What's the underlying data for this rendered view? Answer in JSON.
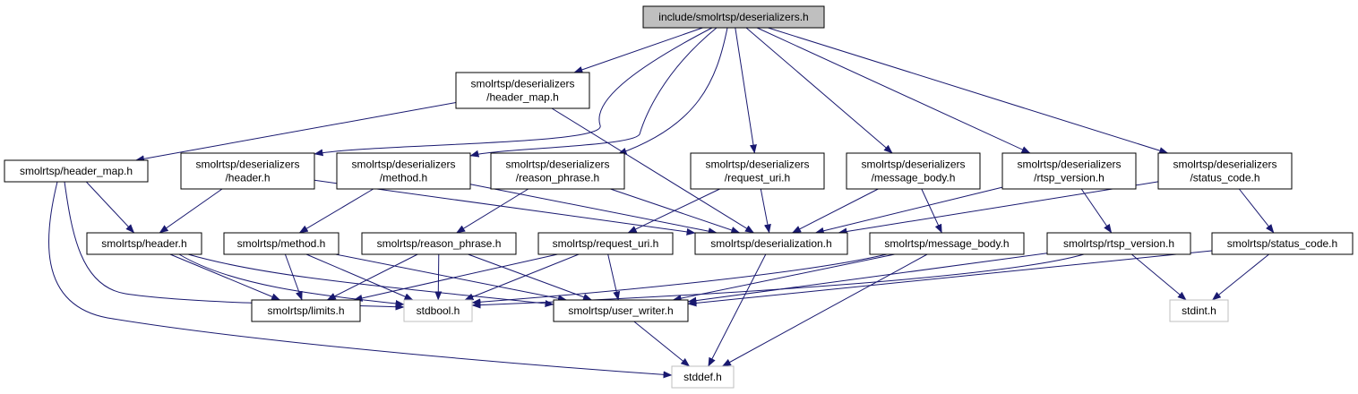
{
  "colors": {
    "edge": "#191970",
    "node_border": "#000000",
    "system_header_border": "#bfbfbf",
    "root_fill": "#bfbfbf",
    "background": "#ffffff"
  },
  "nodes": [
    {
      "id": "root",
      "style": "root",
      "lines": [
        "include/smolrtsp/deserializers.h"
      ]
    },
    {
      "id": "des_header_map",
      "style": "project",
      "lines": [
        "smolrtsp/deserializers",
        "/header_map.h"
      ]
    },
    {
      "id": "header_map",
      "style": "project",
      "lines": [
        "smolrtsp/header_map.h"
      ]
    },
    {
      "id": "des_header",
      "style": "project",
      "lines": [
        "smolrtsp/deserializers",
        "/header.h"
      ]
    },
    {
      "id": "des_method",
      "style": "project",
      "lines": [
        "smolrtsp/deserializers",
        "/method.h"
      ]
    },
    {
      "id": "des_reason_phrase",
      "style": "project",
      "lines": [
        "smolrtsp/deserializers",
        "/reason_phrase.h"
      ]
    },
    {
      "id": "des_request_uri",
      "style": "project",
      "lines": [
        "smolrtsp/deserializers",
        "/request_uri.h"
      ]
    },
    {
      "id": "des_message_body",
      "style": "project",
      "lines": [
        "smolrtsp/deserializers",
        "/message_body.h"
      ]
    },
    {
      "id": "des_rtsp_version",
      "style": "project",
      "lines": [
        "smolrtsp/deserializers",
        "/rtsp_version.h"
      ]
    },
    {
      "id": "des_status_code",
      "style": "project",
      "lines": [
        "smolrtsp/deserializers",
        "/status_code.h"
      ]
    },
    {
      "id": "header",
      "style": "project",
      "lines": [
        "smolrtsp/header.h"
      ]
    },
    {
      "id": "method",
      "style": "project",
      "lines": [
        "smolrtsp/method.h"
      ]
    },
    {
      "id": "reason_phrase",
      "style": "project",
      "lines": [
        "smolrtsp/reason_phrase.h"
      ]
    },
    {
      "id": "request_uri",
      "style": "project",
      "lines": [
        "smolrtsp/request_uri.h"
      ]
    },
    {
      "id": "deserialization",
      "style": "project",
      "lines": [
        "smolrtsp/deserialization.h"
      ]
    },
    {
      "id": "message_body",
      "style": "project",
      "lines": [
        "smolrtsp/message_body.h"
      ]
    },
    {
      "id": "rtsp_version",
      "style": "project",
      "lines": [
        "smolrtsp/rtsp_version.h"
      ]
    },
    {
      "id": "status_code",
      "style": "project",
      "lines": [
        "smolrtsp/status_code.h"
      ]
    },
    {
      "id": "limits",
      "style": "project",
      "lines": [
        "smolrtsp/limits.h"
      ]
    },
    {
      "id": "stdbool",
      "style": "system",
      "lines": [
        "stdbool.h"
      ]
    },
    {
      "id": "user_writer",
      "style": "project",
      "lines": [
        "smolrtsp/user_writer.h"
      ]
    },
    {
      "id": "stdint",
      "style": "system",
      "lines": [
        "stdint.h"
      ]
    },
    {
      "id": "stddef",
      "style": "system",
      "lines": [
        "stddef.h"
      ]
    }
  ],
  "edges": [
    {
      "from": "root",
      "to": "des_header_map"
    },
    {
      "from": "root",
      "to": "des_header"
    },
    {
      "from": "root",
      "to": "des_method"
    },
    {
      "from": "root",
      "to": "des_reason_phrase"
    },
    {
      "from": "root",
      "to": "des_request_uri"
    },
    {
      "from": "root",
      "to": "des_message_body"
    },
    {
      "from": "root",
      "to": "des_rtsp_version"
    },
    {
      "from": "root",
      "to": "des_status_code"
    },
    {
      "from": "des_header_map",
      "to": "header_map"
    },
    {
      "from": "des_header_map",
      "to": "deserialization"
    },
    {
      "from": "header_map",
      "to": "header"
    },
    {
      "from": "header_map",
      "to": "stdbool"
    },
    {
      "from": "header_map",
      "to": "stddef"
    },
    {
      "from": "des_header",
      "to": "header"
    },
    {
      "from": "des_header",
      "to": "deserialization"
    },
    {
      "from": "des_method",
      "to": "method"
    },
    {
      "from": "des_method",
      "to": "deserialization"
    },
    {
      "from": "des_reason_phrase",
      "to": "reason_phrase"
    },
    {
      "from": "des_reason_phrase",
      "to": "deserialization"
    },
    {
      "from": "des_request_uri",
      "to": "request_uri"
    },
    {
      "from": "des_request_uri",
      "to": "deserialization"
    },
    {
      "from": "des_message_body",
      "to": "message_body"
    },
    {
      "from": "des_message_body",
      "to": "deserialization"
    },
    {
      "from": "des_rtsp_version",
      "to": "rtsp_version"
    },
    {
      "from": "des_rtsp_version",
      "to": "deserialization"
    },
    {
      "from": "des_status_code",
      "to": "status_code"
    },
    {
      "from": "des_status_code",
      "to": "deserialization"
    },
    {
      "from": "header",
      "to": "limits"
    },
    {
      "from": "header",
      "to": "stdbool"
    },
    {
      "from": "header",
      "to": "user_writer"
    },
    {
      "from": "method",
      "to": "limits"
    },
    {
      "from": "method",
      "to": "stdbool"
    },
    {
      "from": "method",
      "to": "user_writer"
    },
    {
      "from": "reason_phrase",
      "to": "limits"
    },
    {
      "from": "reason_phrase",
      "to": "stdbool"
    },
    {
      "from": "reason_phrase",
      "to": "user_writer"
    },
    {
      "from": "request_uri",
      "to": "limits"
    },
    {
      "from": "request_uri",
      "to": "stdbool"
    },
    {
      "from": "request_uri",
      "to": "user_writer"
    },
    {
      "from": "deserialization",
      "to": "stddef"
    },
    {
      "from": "message_body",
      "to": "stdbool"
    },
    {
      "from": "message_body",
      "to": "user_writer"
    },
    {
      "from": "message_body",
      "to": "stddef"
    },
    {
      "from": "rtsp_version",
      "to": "stdbool"
    },
    {
      "from": "rtsp_version",
      "to": "user_writer"
    },
    {
      "from": "rtsp_version",
      "to": "stdint"
    },
    {
      "from": "status_code",
      "to": "user_writer"
    },
    {
      "from": "status_code",
      "to": "stdint"
    },
    {
      "from": "user_writer",
      "to": "stddef"
    }
  ]
}
